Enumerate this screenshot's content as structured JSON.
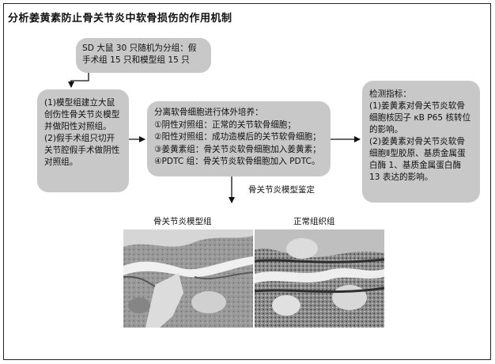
{
  "title": "分析姜黄素防止骨关节炎中软骨损伤的作用机制",
  "grouping": {
    "line1": "SD 大鼠 30 只随机为分组：假",
    "line2": "手术组 15 只和模型组 15 只"
  },
  "models": {
    "items": [
      "(1)模型组建立大鼠创伤性骨关节炎模型并做阳性对照组。",
      "(2)假手术组只切开关节腔假手术做阴性对照组。"
    ]
  },
  "culture": {
    "heading": "分离软骨细胞进行体外培养：",
    "items": [
      "①阴性对照组：正常的关节软骨细胞；",
      "②阳性对照组：成功造模后的关节软骨细胞；",
      "③姜黄素组：骨关节炎软骨细胞加入姜黄素；",
      "④PDTC 组：骨关节炎软骨细胞加入 PDTC。"
    ]
  },
  "indicators": {
    "heading": "检测指标：",
    "items": [
      "(1)姜黄素对骨关节炎软骨细胞核因子 κB P65 核转位的影响。",
      "(2)姜黄素对骨关节炎软骨细胞Ⅱ型胶原、基质金属蛋白酶 1、基质金属蛋白酶 13 表达的影响。"
    ]
  },
  "assessment_label": "骨关节炎模型鉴定",
  "image_labels": {
    "oa": "骨关节炎模型组",
    "normal": "正常组织组"
  },
  "colors": {
    "box_fill": "#c8c8c8",
    "arrow": "#111111",
    "frame": "#222222"
  }
}
